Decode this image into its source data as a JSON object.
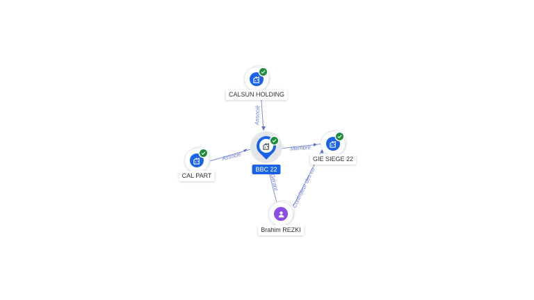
{
  "nodes": {
    "focus": {
      "name": "BBC 22",
      "icon": "building-icon",
      "verified": true
    },
    "calsun": {
      "name": "CALSUN HOLDING",
      "icon": "building-icon",
      "verified": true
    },
    "calpart": {
      "name": "CAL PART",
      "icon": "building-icon",
      "verified": true
    },
    "gie": {
      "name": "GIE SIEGE 22",
      "icon": "building-icon",
      "verified": true
    },
    "person": {
      "name": "Brahim REZKI",
      "icon": "person-icon",
      "verified": false
    }
  },
  "edges": {
    "calsun_focus": "Associé",
    "calpart_focus": "Associé",
    "focus_gie": "Membre",
    "person_focus": "Gérant",
    "person_gie": "Contrôleur des co"
  },
  "colors": {
    "accent": "#1a63e8",
    "edge": "#7a8ed6",
    "verified": "#1e8e3e",
    "person": "#8a4fe0"
  }
}
